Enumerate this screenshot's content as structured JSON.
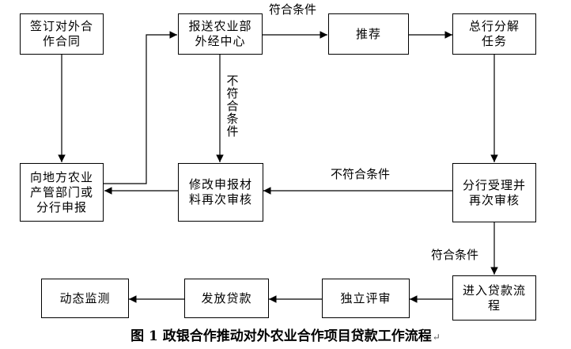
{
  "nodes": {
    "sign_contract": "签订对外合\n作合同",
    "submit_center": "报送农业部\n外经中心",
    "recommend": "推荐",
    "head_assign": "总行分解\n任务",
    "local_report": "向地方农业\n产管部门或\n分行申报",
    "revise": "修改申报材\n料再次审核",
    "branch_review": "分行受理并\n再次审核",
    "loan_process": "进入贷款流\n程",
    "independent_review": "独立评审",
    "disburse": "发放贷款",
    "monitor": "动态监测"
  },
  "labels": {
    "meets_top": "符合条件",
    "not_meets_vertical": "不符合条件",
    "not_meets_middle": "不符合条件",
    "meets_right": "符合条件"
  },
  "caption": {
    "text": "图 1  政银合作推动对外农业合作项目贷款工作流程",
    "mark": "↵"
  }
}
